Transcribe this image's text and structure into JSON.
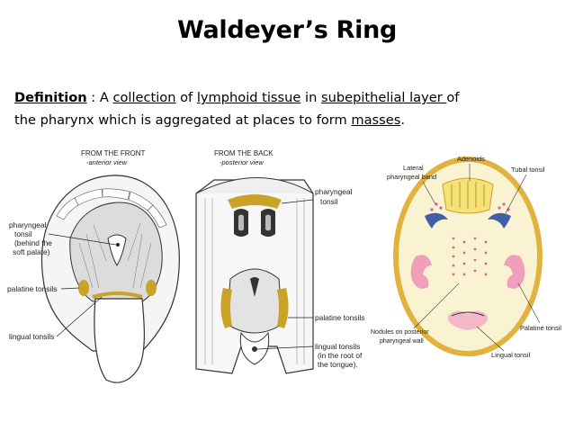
{
  "slide": {
    "title": "Waldeyer’s Ring",
    "definition": {
      "term": "Definition",
      "separator": " : A ",
      "w1": "collection",
      "t1": " of ",
      "w2": "lymphoid tissue",
      "t2": " in ",
      "w3": "subepithelial layer ",
      "t3": "of",
      "t4": "the pharynx which is aggregated at places to form ",
      "w4": "masses",
      "t5": "."
    }
  },
  "figure_front": {
    "heading_1": "FROM THE FRONT",
    "heading_2": "-anterior view",
    "label_pharyngeal_1": "pharyngeal",
    "label_pharyngeal_2": "tonsil",
    "label_pharyngeal_3": "(behind the",
    "label_pharyngeal_4": "soft palate)",
    "label_palatine": "palatine tonsils",
    "label_lingual": "lingual tonsils"
  },
  "figure_back": {
    "heading_1": "FROM THE BACK",
    "heading_2": "-posterior view",
    "label_pharyngeal_1": "pharyngeal",
    "label_pharyngeal_2": "tonsil",
    "label_palatine": "palatine tonsils",
    "label_lingual_1": "lingual tonsils",
    "label_lingual_2": "(in the root of",
    "label_lingual_3": "the tongue)."
  },
  "figure_ring": {
    "label_lateral_1": "Lateral",
    "label_lateral_2": "pharyngeal band",
    "label_adenoids": "Adenoids",
    "label_tubal": "Tubal tonsil",
    "label_nodules_1": "Nodules on posterior",
    "label_nodules_2": "pharyngeal wall",
    "label_palatine": "Palatine tonsil",
    "label_lingual": "Lingual tonsil"
  },
  "colors": {
    "tonsil_yellow": "#c9a227",
    "ring_fill": "#faf3d2",
    "ring_stroke": "#e2b23e",
    "pink": "#ef9fba",
    "blue": "#3f5fa8"
  }
}
